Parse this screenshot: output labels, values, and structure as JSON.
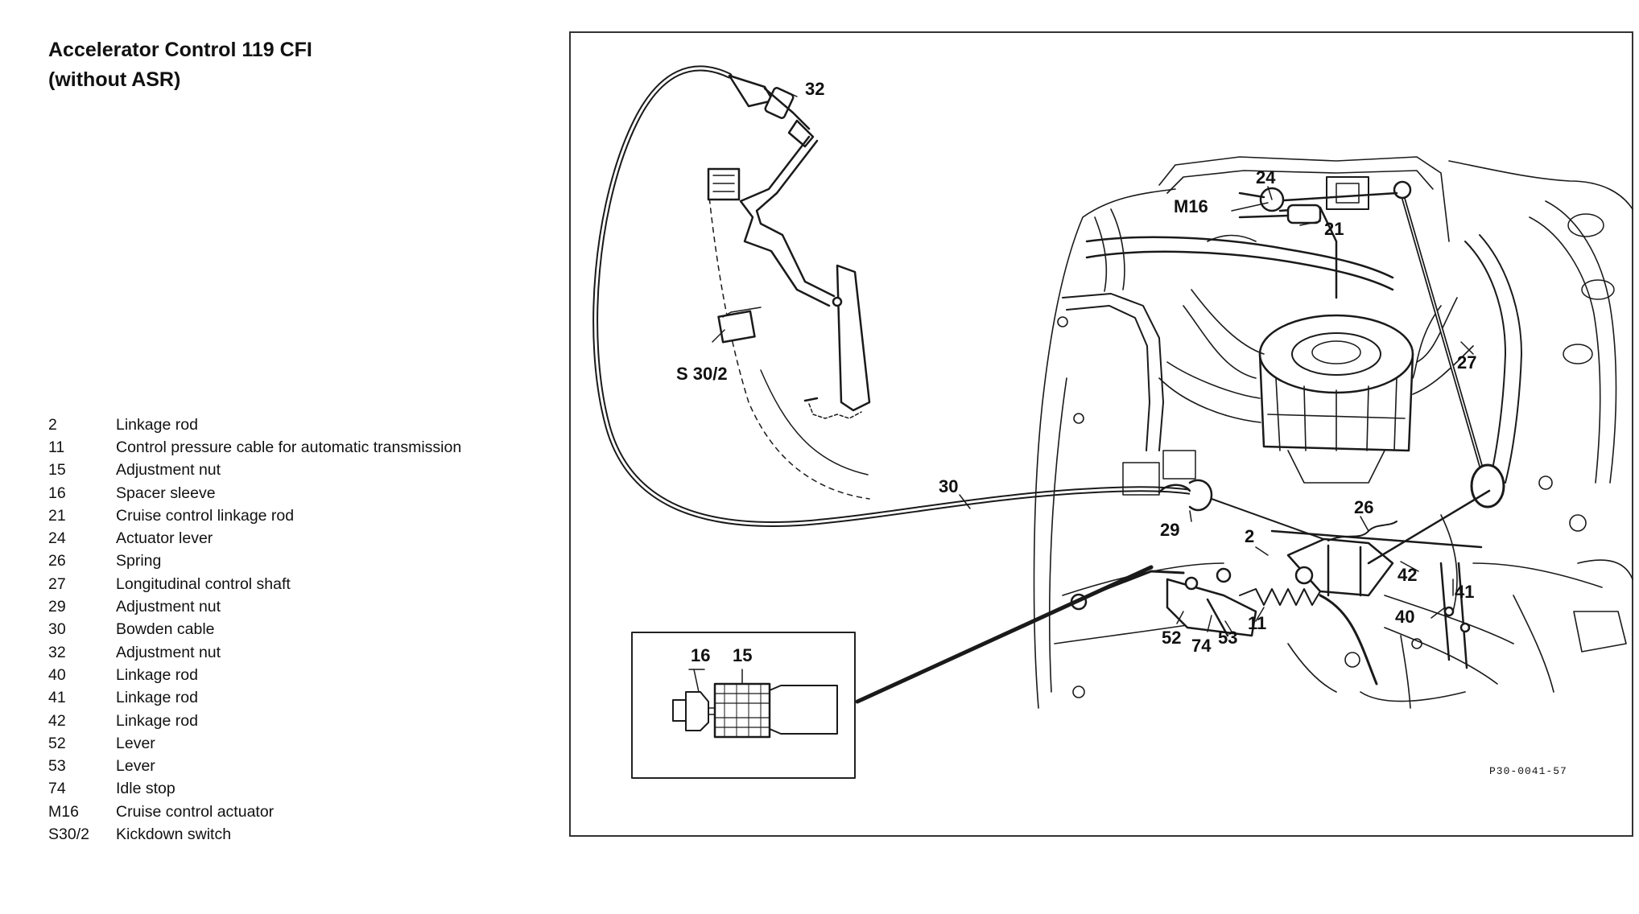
{
  "title": {
    "line1": "Accelerator Control 119 CFI",
    "line2": "(without ASR)"
  },
  "legend": [
    {
      "num": "2",
      "desc": "Linkage rod"
    },
    {
      "num": "11",
      "desc": "Control pressure cable for automatic transmission"
    },
    {
      "num": "15",
      "desc": "Adjustment nut"
    },
    {
      "num": "16",
      "desc": "Spacer sleeve"
    },
    {
      "num": "21",
      "desc": "Cruise control linkage rod"
    },
    {
      "num": "24",
      "desc": "Actuator lever"
    },
    {
      "num": "26",
      "desc": "Spring"
    },
    {
      "num": "27",
      "desc": "Longitudinal control shaft"
    },
    {
      "num": "29",
      "desc": "Adjustment nut"
    },
    {
      "num": "30",
      "desc": "Bowden cable"
    },
    {
      "num": "32",
      "desc": "Adjustment nut"
    },
    {
      "num": "40",
      "desc": "Linkage rod"
    },
    {
      "num": "41",
      "desc": "Linkage rod"
    },
    {
      "num": "42",
      "desc": "Linkage rod"
    },
    {
      "num": "52",
      "desc": "Lever"
    },
    {
      "num": "53",
      "desc": "Lever"
    },
    {
      "num": "74",
      "desc": "Idle stop"
    },
    {
      "num": "M16",
      "desc": "Cruise control actuator"
    },
    {
      "num": "S30/2",
      "desc": "Kickdown switch"
    }
  ],
  "callouts": {
    "c32": "32",
    "c24": "24",
    "cM16": "M16",
    "c21": "21",
    "c27": "27",
    "cS302": "S 30/2",
    "c30": "30",
    "c29": "29",
    "c26": "26",
    "c2": "2",
    "c42": "42",
    "c41": "41",
    "c40": "40",
    "c52": "52",
    "c74": "74",
    "c53": "53",
    "c11": "11",
    "c16": "16",
    "c15": "15"
  },
  "reference": "P30-0041-57"
}
